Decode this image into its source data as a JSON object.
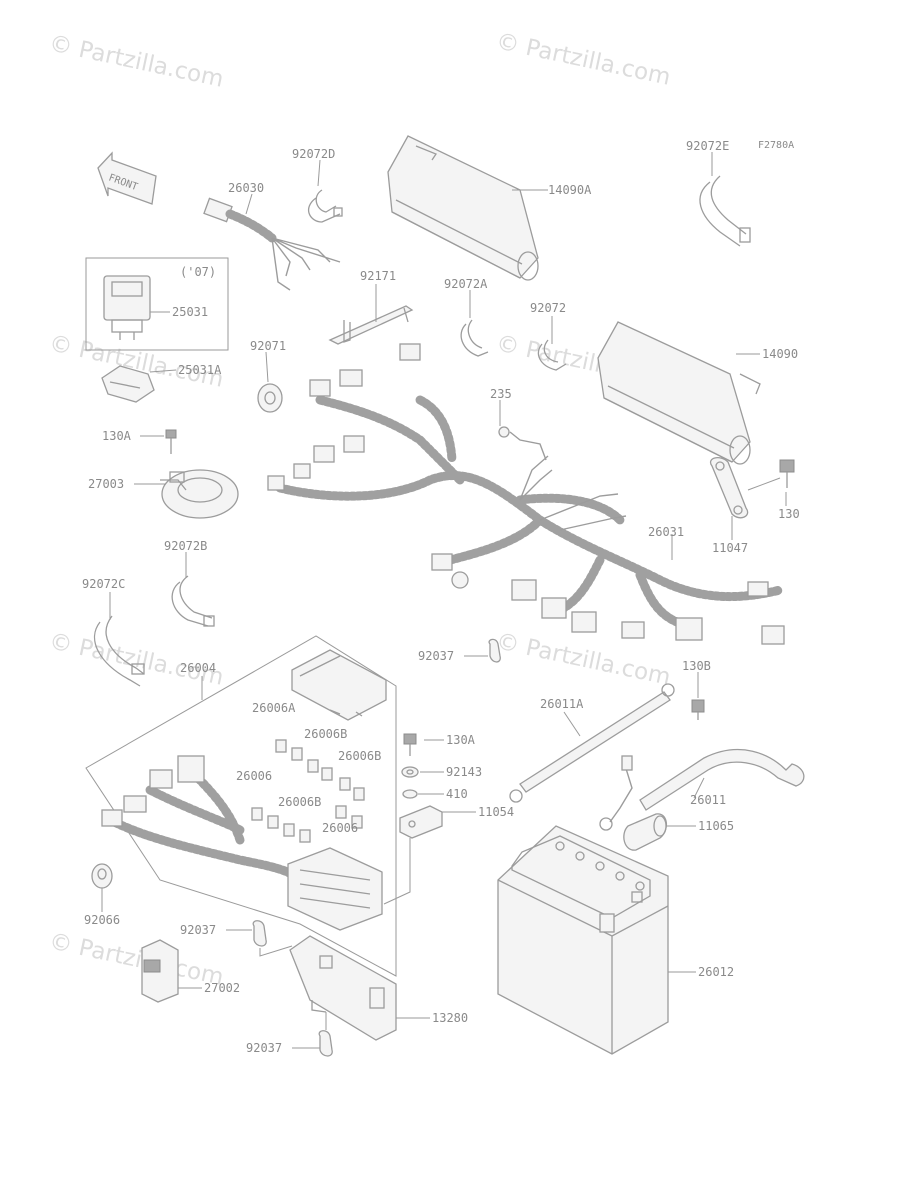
{
  "watermark": "© Partzilla.com",
  "figure_code": "F2780A",
  "front_arrow_label": "FRONT",
  "note_07": "('07)",
  "labels": {
    "p26030": "26030",
    "p92072D": "92072D",
    "p14090A": "14090A",
    "p92072E": "92072E",
    "p25031": "25031",
    "p25031A": "25031A",
    "p92171": "92171",
    "p92072A": "92072A",
    "p92072": "92072",
    "p14090": "14090",
    "p92071": "92071",
    "p235": "235",
    "p130A_top": "130A",
    "p27003": "27003",
    "p130": "130",
    "p11047": "11047",
    "p26031": "26031",
    "p92072B": "92072B",
    "p92072C": "92072C",
    "p26004": "26004",
    "p92037_a": "92037",
    "p130B": "130B",
    "p26006A": "26006A",
    "p26011A": "26011A",
    "p26006B_1": "26006B",
    "p130A_mid": "130A",
    "p26006B_2": "26006B",
    "p92143": "92143",
    "p26006_1": "26006",
    "p410": "410",
    "p26011": "26011",
    "p26006B_3": "26006B",
    "p11054": "11054",
    "p26006_2": "26006",
    "p11065": "11065",
    "p92066": "92066",
    "p92037_b": "92037",
    "p26012": "26012",
    "p27002": "27002",
    "p13280": "13280",
    "p92037_c": "92037"
  }
}
